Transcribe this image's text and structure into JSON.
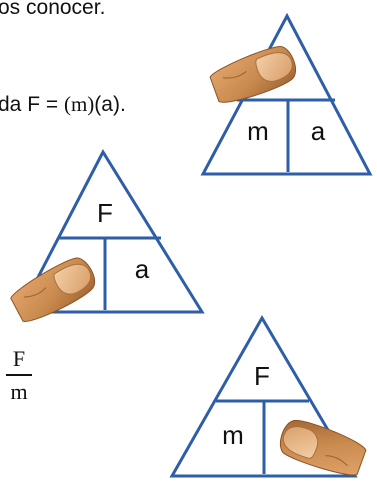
{
  "text": {
    "top_fragment": "os conocer.",
    "formula_prefix": "da F = ",
    "formula_m": "(m)",
    "formula_rest": "(a).",
    "fraction_numerator": "F",
    "fraction_denominator": "m"
  },
  "triangles": {
    "top_right": {
      "left_label": "m",
      "right_label": "a",
      "covered": "F"
    },
    "middle_left": {
      "top_label": "F",
      "right_label": "a",
      "covered": "m"
    },
    "bottom_right": {
      "top_label": "F",
      "left_label": "m",
      "covered": "a"
    }
  },
  "colors": {
    "triangle_stroke": "#2f5ea8",
    "text": "#111111",
    "finger_skin": "#c98a4e",
    "finger_nail": "#e8b988"
  },
  "icons": [
    "finger-icon"
  ]
}
